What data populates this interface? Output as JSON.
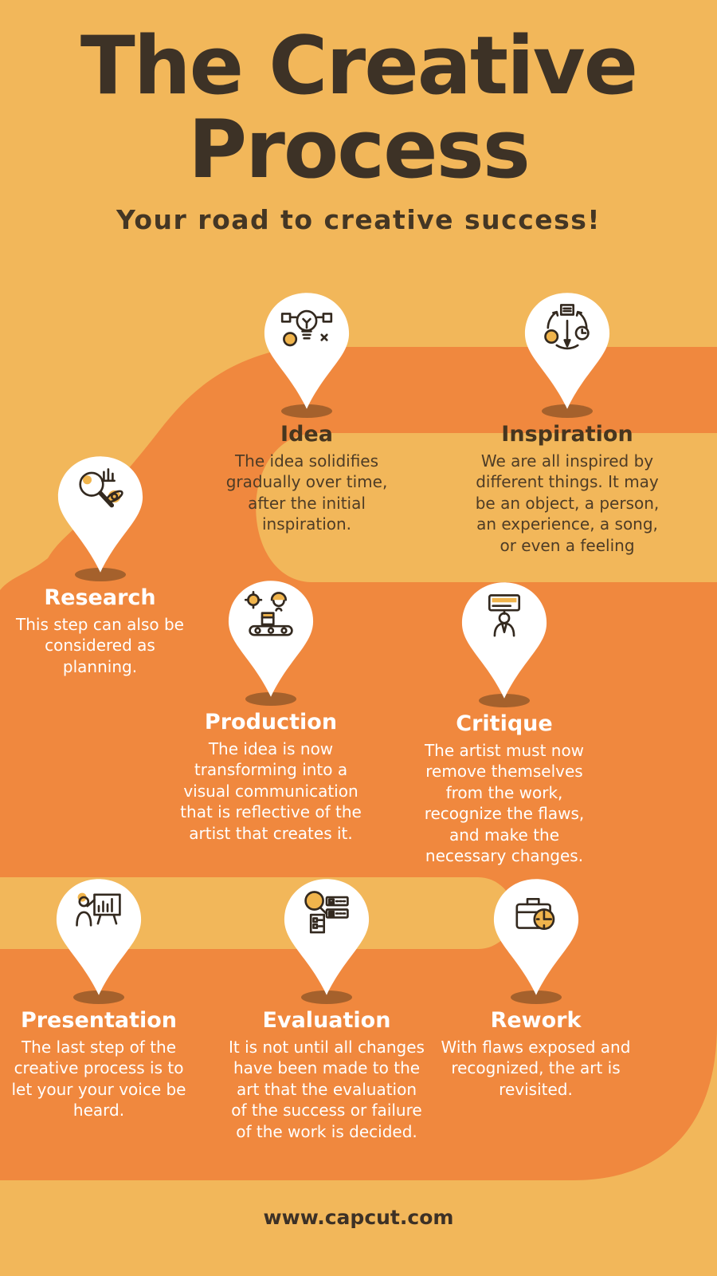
{
  "page": {
    "title_line1": "The Creative",
    "title_line2": "Process",
    "subtitle": "Your road to creative success!",
    "footer": "www.capcut.com"
  },
  "colors": {
    "background": "#F2B75A",
    "road": "#F0883E",
    "title_text": "#3D3226",
    "dark_text": "#4E3C26",
    "light_text": "#FFFFFF",
    "pin_fill": "#FFFFFF",
    "pin_shadow": "#A5612C",
    "icon_line": "#33291F",
    "icon_accent": "#F0B44C"
  },
  "steps": [
    {
      "id": "idea",
      "icon": "idea-lightbulb-icon",
      "title": "Idea",
      "description": "The idea solidifies gradually over time, after the initial inspiration."
    },
    {
      "id": "inspiration",
      "icon": "inspiration-cycle-icon",
      "title": "Inspiration",
      "description": "We are all inspired by different things.  It may be an object, a person, an experience, a song, or even a feeling"
    },
    {
      "id": "research",
      "icon": "research-magnifier-icon",
      "title": "Research",
      "description": "This step can also be considered as planning."
    },
    {
      "id": "production",
      "icon": "production-conveyor-icon",
      "title": "Production",
      "description": "The idea is now transforming into a visual communication that is reflective of the artist that creates it."
    },
    {
      "id": "critique",
      "icon": "critique-person-icon",
      "title": "Critique",
      "description": "The artist must now remove themselves from the work, recognize the flaws, and make the necessary changes."
    },
    {
      "id": "presentation",
      "icon": "presentation-board-icon",
      "title": "Presentation",
      "description": "The last step of the creative process is to let your your voice be heard."
    },
    {
      "id": "evaluation",
      "icon": "evaluation-checklist-icon",
      "title": "Evaluation",
      "description": "It is not until all changes have been made to the art that the evaluation of the success or failure of the work is decided."
    },
    {
      "id": "rework",
      "icon": "rework-toolbox-icon",
      "title": "Rework",
      "description": "With flaws exposed and recognized, the art is revisited."
    }
  ]
}
